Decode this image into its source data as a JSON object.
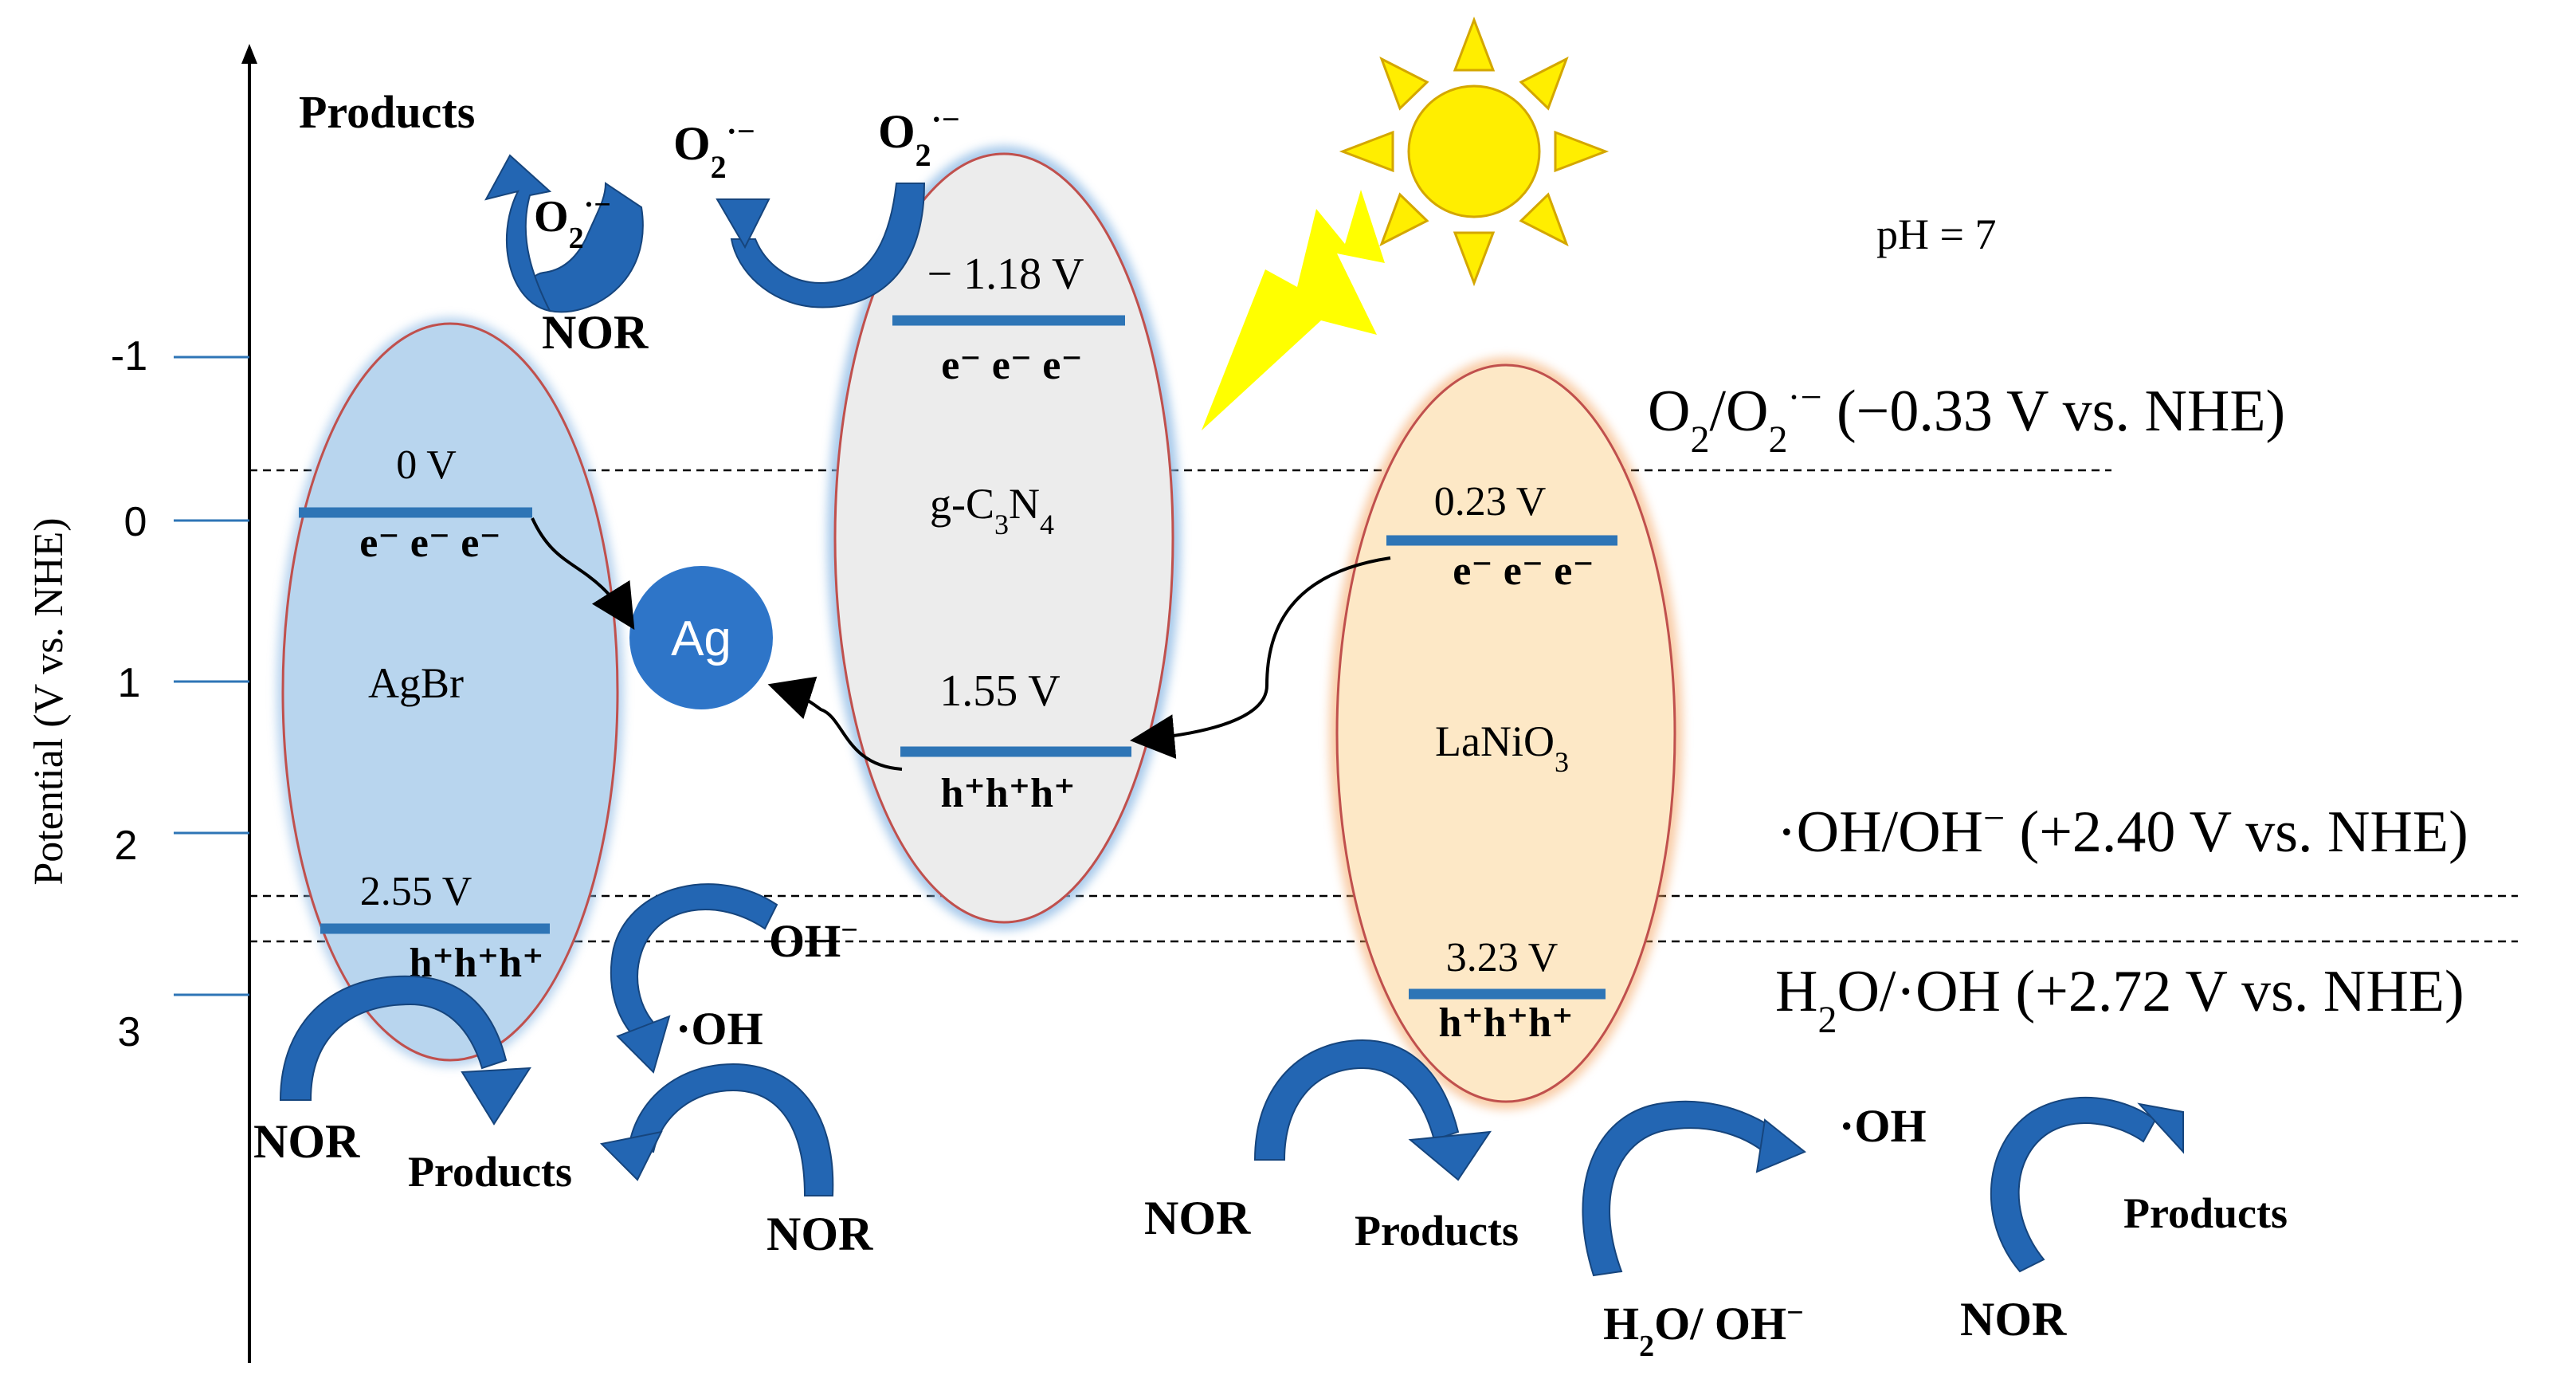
{
  "axis": {
    "label": "Potential (V vs. NHE)",
    "ticks": [
      "-1",
      "0",
      "1",
      "2",
      "3"
    ]
  },
  "conditions": {
    "ph": "pH = 7"
  },
  "references": [
    {
      "couple_html": "O<tspan baseline-shift='sub' font-size='44'>2</tspan>/O<tspan baseline-shift='sub' font-size='44'>2</tspan><tspan baseline-shift='super' font-size='44'>·−</tspan>",
      "text": "O2/O2·− (−0.33 V vs. NHE)",
      "potential": "(−0.33 V vs. NHE)"
    },
    {
      "text": "·OH/OH− (+2.40 V vs. NHE)",
      "couple": "·OH/OH",
      "potential": "(+2.40 V vs. NHE)"
    },
    {
      "text": "H2O/·OH (+2.72 V vs. NHE)",
      "couple": "H2O/·OH",
      "potential": "(+2.72 V vs. NHE)"
    }
  ],
  "semiconductors": {
    "agbr": {
      "name": "AgBr",
      "cb": "0 V",
      "vb": "2.55 V"
    },
    "gcn": {
      "name": "g-C3N4",
      "cb": "− 1.18 V",
      "vb": "1.55 V"
    },
    "lanio3": {
      "name": "LaNiO3",
      "cb": "0.23 V",
      "vb": "3.23 V"
    }
  },
  "carriers": {
    "electrons": "e⁻ e⁻ e⁻",
    "holes": "h⁺h⁺h⁺"
  },
  "metal": {
    "label": "Ag"
  },
  "species": {
    "products": "Products",
    "nor": "NOR",
    "superoxide": "O2·−",
    "hydroxyl_radical": "·OH",
    "hydroxide": "OH−",
    "water_hydroxide": "H2O/ OH−"
  },
  "colors": {
    "agbr_fill": "#b8d5ee",
    "gcn_fill": "#ececec",
    "lanio3_fill": "#fde8c6",
    "band_line": "#2e75b6",
    "arrow_blue": "#2366b3",
    "ag_ball": "#2e75c8",
    "sun": "#ffee00",
    "bolt": "#ffff00"
  }
}
